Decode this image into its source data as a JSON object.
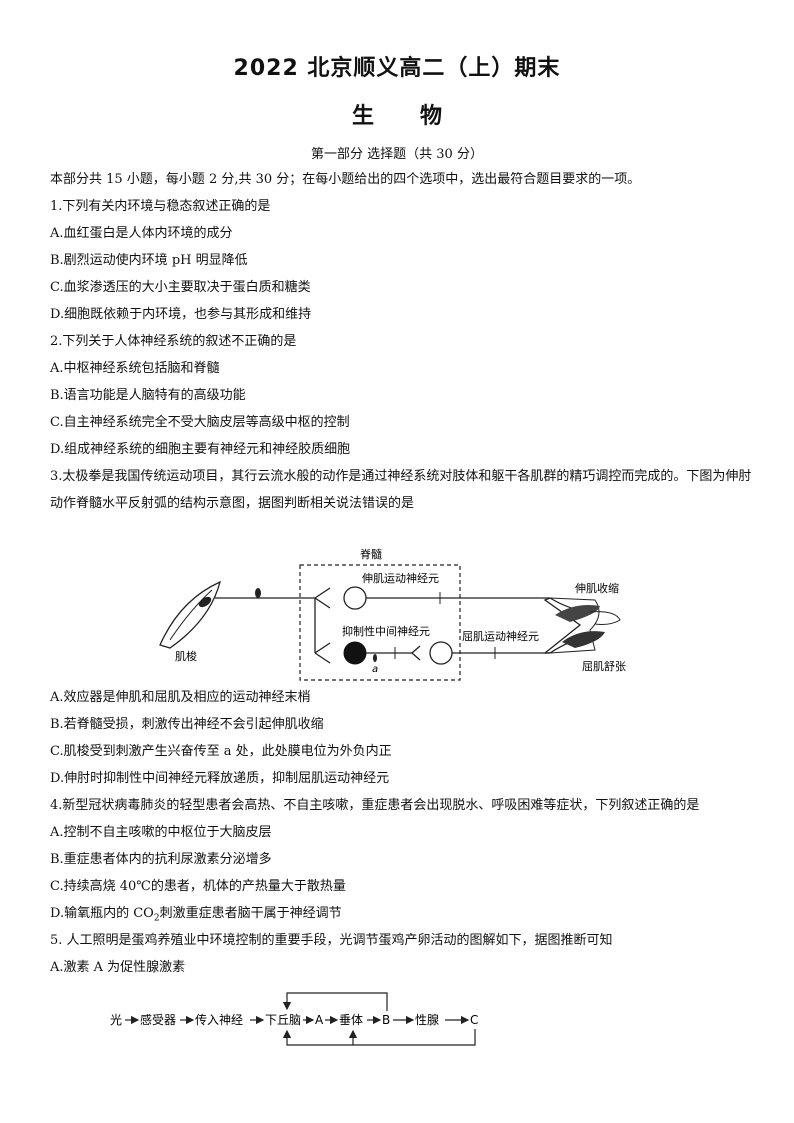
{
  "header": {
    "title": "2022 北京顺义高二（上）期末",
    "subject": "生物",
    "section": "第一部分  选择题（共 30 分）"
  },
  "instructions": "本部分共 15 小题，每小题 2 分,共 30 分；在每小题给出的四个选项中，选出最符合题目要求的一项。",
  "questions": [
    {
      "stem": "1.下列有关内环境与稳态叙述正确的是",
      "options": [
        "A.血红蛋白是人体内环境的成分",
        "B.剧烈运动使内环境 pH 明显降低",
        "C.血浆渗透压的大小主要取决于蛋白质和糖类",
        "D.细胞既依赖于内环境，也参与其形成和维持"
      ]
    },
    {
      "stem": "2.下列关于人体神经系统的叙述不正确的是",
      "options": [
        "A.中枢神经系统包括脑和脊髓",
        "B.语言功能是人脑特有的高级功能",
        "C.自主神经系统完全不受大脑皮层等高级中枢的控制",
        "D.组成神经系统的细胞主要有神经元和神经胶质细胞"
      ]
    },
    {
      "stem": "3.太极拳是我国传统运动项目，其行云流水般的动作是通过神经系统对肢体和躯干各肌群的精巧调控而完成的。下图为伸肘动作脊髓水平反射弧的结构示意图，据图判断相关说法错误的是",
      "figure": {
        "spinal_cord": "脊髓",
        "extensor_motor_neuron": "伸肌运动神经元",
        "inhibitory_interneuron": "抑制性中间神经元",
        "flexor_motor_neuron": "屈肌运动神经元",
        "extensor_contracts": "伸肌收缩",
        "flexor_relaxes": "屈肌舒张",
        "muscle_spindle": "肌梭",
        "point_a": "a"
      },
      "options": [
        "A.效应器是伸肌和屈肌及相应的运动神经末梢",
        "B.若脊髓受损，刺激传出神经不会引起伸肌收缩",
        "C.肌梭受到刺激产生兴奋传至 a 处，此处膜电位为外负内正",
        "D.伸肘时抑制性中间神经元释放递质，抑制屈肌运动神经元"
      ]
    },
    {
      "stem": "4.新型冠状病毒肺炎的轻型患者会高热、不自主咳嗽，重症患者会出现脱水、呼吸困难等症状，下列叙述正确的是",
      "options": [
        "A.控制不自主咳嗽的中枢位于大脑皮层",
        "B.重症患者体内的抗利尿激素分泌增多",
        "C.持续高烧 40℃的患者，机体的产热量大于散热量"
      ],
      "option_d": {
        "pre": "D.输氧瓶内的 CO",
        "sub": "2",
        "post": "刺激重症患者脑干属于神经调节"
      }
    },
    {
      "stem": "5. 人工照明是蛋鸡养殖业中环境控制的重要手段，光调节蛋鸡产卵活动的图解如下，据图推断可知",
      "options": [
        "A.激素 A 为促性腺激素"
      ],
      "figure": {
        "chain": [
          "光",
          "感受器",
          "传入神经",
          "下丘脑",
          "A",
          "垂体",
          "B",
          "性腺",
          "C"
        ]
      }
    }
  ]
}
